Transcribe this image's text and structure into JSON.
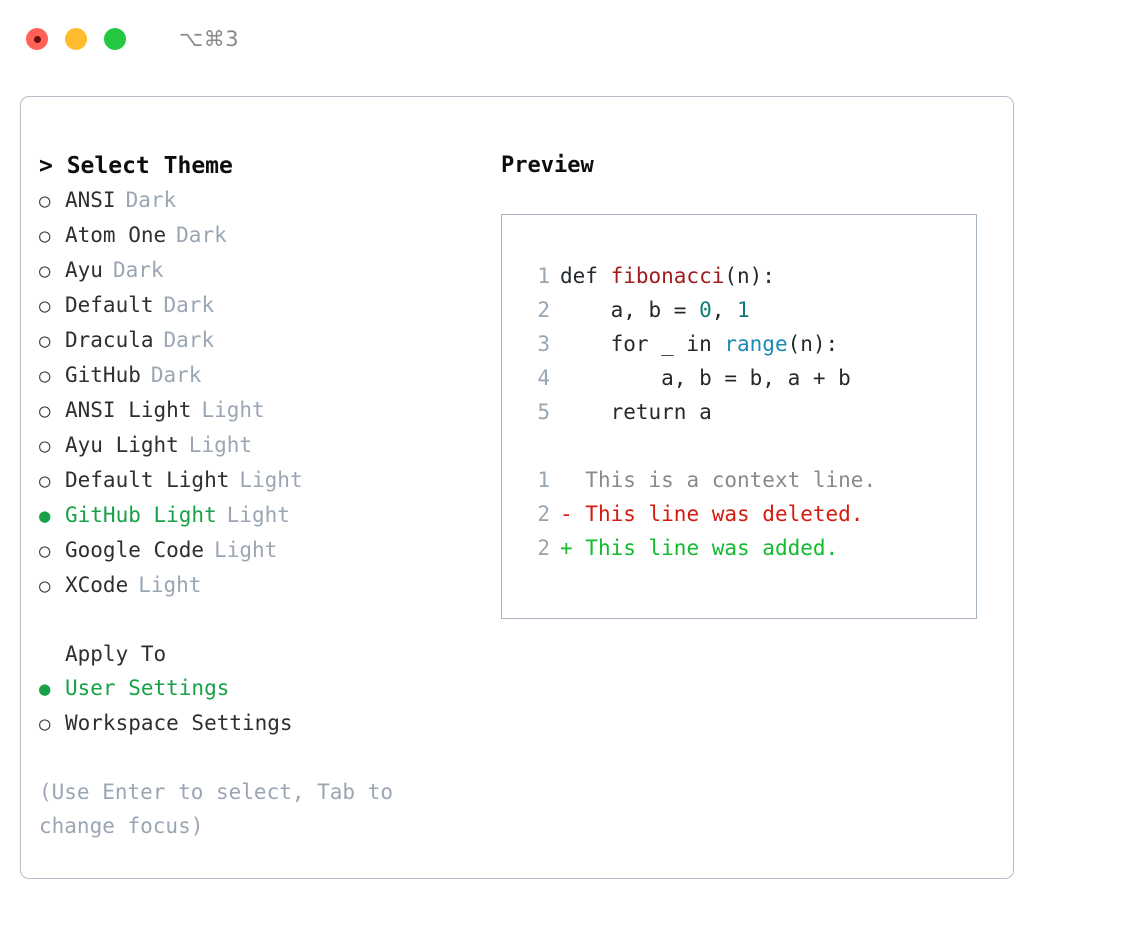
{
  "titlebar": {
    "shortcut": "⌥⌘3",
    "lights": [
      {
        "name": "close",
        "color": "#ff6159"
      },
      {
        "name": "minimize",
        "color": "#ffbd2e"
      },
      {
        "name": "maximize",
        "color": "#23c840"
      }
    ]
  },
  "theme_list": {
    "heading": "> Select Theme",
    "items": [
      {
        "marker": "○",
        "label": "ANSI",
        "kind": "Dark",
        "selected": false
      },
      {
        "marker": "○",
        "label": "Atom One",
        "kind": "Dark",
        "selected": false
      },
      {
        "marker": "○",
        "label": "Ayu",
        "kind": "Dark",
        "selected": false
      },
      {
        "marker": "○",
        "label": "Default",
        "kind": "Dark",
        "selected": false
      },
      {
        "marker": "○",
        "label": "Dracula",
        "kind": "Dark",
        "selected": false
      },
      {
        "marker": "○",
        "label": "GitHub",
        "kind": "Dark",
        "selected": false
      },
      {
        "marker": "○",
        "label": "ANSI Light",
        "kind": "Light",
        "selected": false
      },
      {
        "marker": "○",
        "label": "Ayu Light",
        "kind": "Light",
        "selected": false
      },
      {
        "marker": "○",
        "label": "Default Light",
        "kind": "Light",
        "selected": false
      },
      {
        "marker": "●",
        "label": "GitHub Light",
        "kind": "Light",
        "selected": true
      },
      {
        "marker": "○",
        "label": "Google Code",
        "kind": "Light",
        "selected": false
      },
      {
        "marker": "○",
        "label": "XCode",
        "kind": "Light",
        "selected": false
      }
    ]
  },
  "apply_to": {
    "label": "Apply To",
    "items": [
      {
        "marker": "●",
        "label": "User Settings",
        "selected": true
      },
      {
        "marker": "○",
        "label": "Workspace Settings",
        "selected": false
      }
    ]
  },
  "hint": "(Use Enter to select, Tab to change focus)",
  "preview": {
    "title": "Preview",
    "code_lines": [
      {
        "no": "1",
        "segments": [
          {
            "text": "def ",
            "tok": "plain"
          },
          {
            "text": "fibonacci",
            "tok": "fn"
          },
          {
            "text": "(n):",
            "tok": "plain"
          }
        ]
      },
      {
        "no": "2",
        "segments": [
          {
            "text": "    a, b = ",
            "tok": "plain"
          },
          {
            "text": "0",
            "tok": "num"
          },
          {
            "text": ", ",
            "tok": "plain"
          },
          {
            "text": "1",
            "tok": "num"
          }
        ]
      },
      {
        "no": "3",
        "segments": [
          {
            "text": "    for _ in ",
            "tok": "plain"
          },
          {
            "text": "range",
            "tok": "call"
          },
          {
            "text": "(n):",
            "tok": "plain"
          }
        ]
      },
      {
        "no": "4",
        "segments": [
          {
            "text": "        a, b = b, a + b",
            "tok": "plain"
          }
        ]
      },
      {
        "no": "5",
        "segments": [
          {
            "text": "    return a",
            "tok": "plain"
          }
        ]
      }
    ],
    "diff_lines": [
      {
        "no": "1",
        "sign": " ",
        "text": " This is a context line.",
        "kind": "ctx"
      },
      {
        "no": "2",
        "sign": "-",
        "text": " This line was deleted.",
        "kind": "del"
      },
      {
        "no": "2",
        "sign": "+",
        "text": " This line was added.",
        "kind": "add"
      }
    ]
  },
  "colors": {
    "accent_green": "#17a248",
    "muted": "#9aa6b4",
    "diff_add": "#12bb2d",
    "diff_del": "#d51a0f",
    "syntax_fn": "#a01b1b",
    "syntax_num": "#0f7b77",
    "syntax_call": "#1a8ab5",
    "border": "#a8b3c1"
  }
}
